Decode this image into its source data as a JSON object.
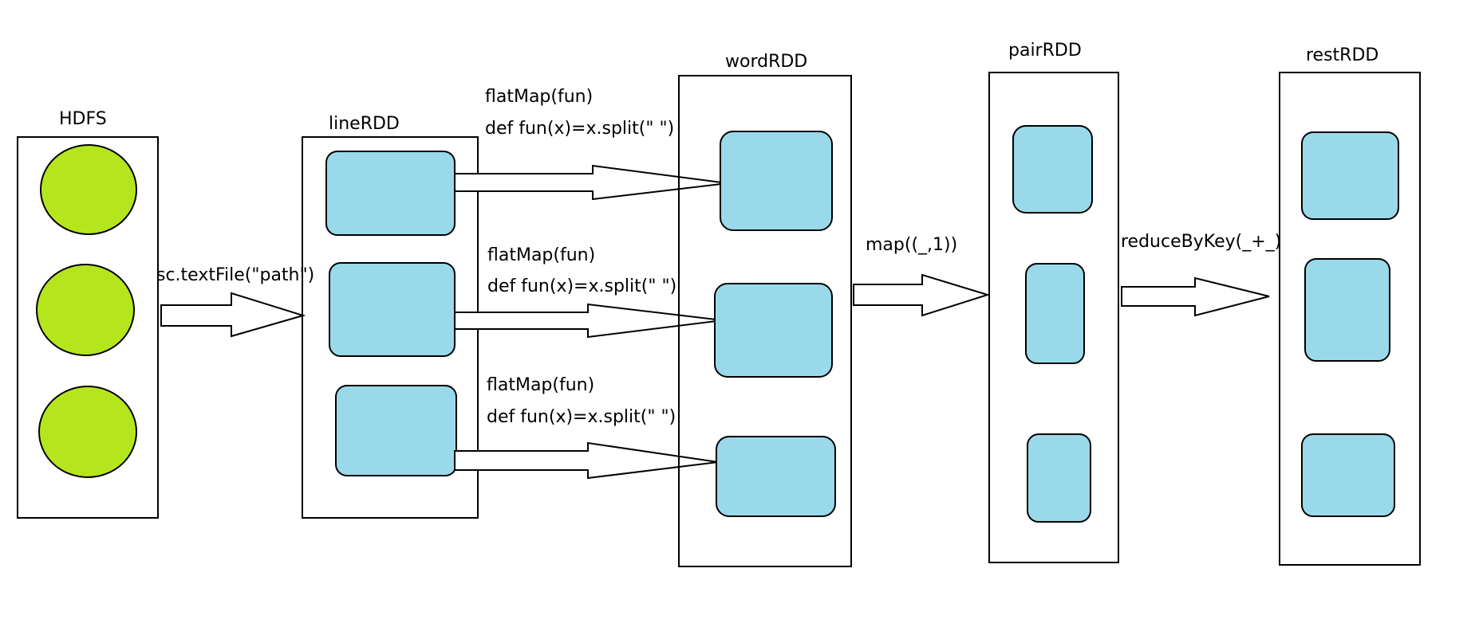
{
  "colors": {
    "circle_fill": "#b5e61d",
    "partition_fill": "#99d9ea",
    "stroke": "#000000",
    "background": "#ffffff"
  },
  "labels": {
    "hdfs": "HDFS",
    "line_rdd": "lineRDD",
    "word_rdd": "wordRDD",
    "pair_rdd": "pairRDD",
    "rest_rdd": "restRDD"
  },
  "operations": {
    "text_file": "sc.textFile(\"path\")",
    "flat_map_1": "flatMap(fun)",
    "fun_def_1": "def fun(x)=x.split(\" \")",
    "flat_map_2": "flatMap(fun)",
    "fun_def_2": "def fun(x)=x.split(\" \")",
    "flat_map_3": "flatMap(fun)",
    "fun_def_3": "def fun(x)=x.split(\" \")",
    "map": "map((_,1))",
    "reduce_by_key": "reduceByKey(_+_)"
  }
}
